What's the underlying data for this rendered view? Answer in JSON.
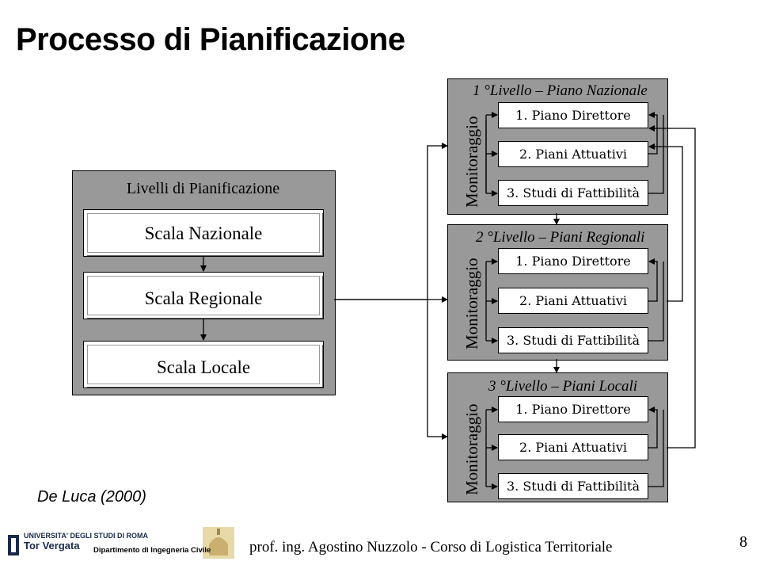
{
  "title": "Processo di Pianificazione",
  "left": {
    "header": "Livelli di Pianificazione",
    "scales": [
      "Scala Nazionale",
      "Scala Regionale",
      "Scala Locale"
    ]
  },
  "monitor_label": "Monitoraggio",
  "levels": [
    {
      "title": "1 °Livello – Piano Nazionale",
      "items": [
        "1. Piano Direttore",
        "2. Piani Attuativi",
        "3. Studi di Fattibilità"
      ]
    },
    {
      "title": "2 °Livello – Piani Regionali",
      "items": [
        "1. Piano Direttore",
        "2. Piani Attuativi",
        "3. Studi di Fattibilità"
      ]
    },
    {
      "title": "3 °Livello – Piani Locali",
      "items": [
        "1. Piano Direttore",
        "2. Piani Attuativi",
        "3. Studi di Fattibilità"
      ]
    }
  ],
  "author": "De Luca (2000)",
  "footer": {
    "university": "UNIVERSITA' DEGLI STUDI DI ROMA",
    "tor_vergata": "Tor Vergata",
    "department": "Dipartimento di Ingegneria Civile",
    "text": "prof. ing. Agostino Nuzzolo - Corso di Logistica Territoriale",
    "page": "8"
  },
  "colors": {
    "panel": "#999999",
    "box": "#ffffff",
    "line": "#000000"
  }
}
